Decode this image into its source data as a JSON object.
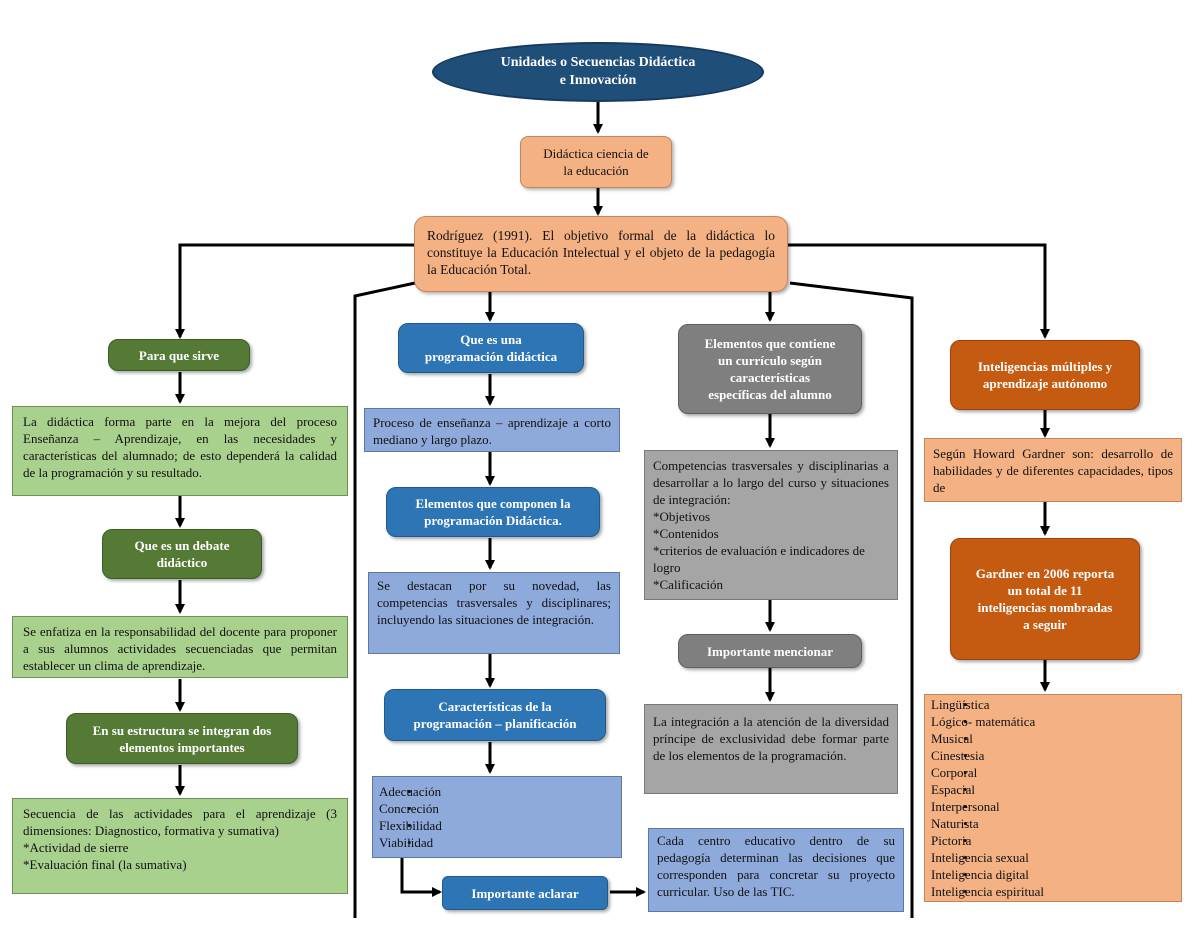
{
  "title": {
    "line1": "Unidades o Secuencias Didáctica",
    "line2": "e Innovación"
  },
  "science": {
    "line1": "Didáctica ciencia de",
    "line2": "la educación"
  },
  "rodriguez": "Rodríguez (1991). El objetivo formal de la didáctica lo constituye la Educación Intelectual y el objeto de la pedagogía la Educación Total.",
  "col1": {
    "h1": "Para que sirve",
    "t1": "La didáctica forma parte en la mejora del proceso Enseñanza – Aprendizaje, en las necesidades y características del alumnado; de esto dependerá la calidad de la programación y su resultado.",
    "h2_line1": "Que es un debate",
    "h2_line2": "didáctico",
    "t2": "Se enfatiza en la responsabilidad del docente para proponer a sus alumnos actividades secuenciadas que permitan establecer un clima de aprendizaje.",
    "h3_line1": "En su estructura se integran dos",
    "h3_line2": "elementos importantes",
    "t3_main": "Secuencia de las actividades para el aprendizaje (3 dimensiones: Diagnostico, formativa y sumativa)",
    "t3_l2": "*Actividad de sierre",
    "t3_l3": "*Evaluación final (la sumativa)"
  },
  "col2": {
    "h1_line1": "Que es una",
    "h1_line2": "programación didáctica",
    "t1": "Proceso de enseñanza – aprendizaje a corto mediano y largo plazo.",
    "h2_line1": "Elementos que componen la",
    "h2_line2": "programación Didáctica.",
    "t2": "Se destacan por su novedad, las competencias trasversales y disciplinares; incluyendo las situaciones de integración.",
    "h3_line1": "Características de la",
    "h3_line2": "programación – planificación",
    "list": [
      "Adecuación",
      "Concreción",
      "Flexibilidad",
      "Viabilidad"
    ],
    "h4": "Importante aclarar",
    "t4": "Cada centro educativo dentro de su pedagogía determinan las decisiones que corresponden para concretar su proyecto curricular. Uso de las TIC."
  },
  "col3": {
    "h1_line1": "Elementos que contiene",
    "h1_line2": "un currículo según",
    "h1_line3": "características",
    "h1_line4": "específicas del alumno",
    "t1_main": "Competencias trasversales y disciplinarias a desarrollar a lo largo del curso y situaciones de integración:",
    "t1_items": [
      "*Objetivos",
      "*Contenidos",
      "*criterios de evaluación e indicadores de logro",
      "*Calificación"
    ],
    "h2": "Importante mencionar",
    "t2": "La integración a la atención de la diversidad príncipe de exclusividad debe formar parte de los elementos de la programación."
  },
  "col4": {
    "h1_line1": "Inteligencias múltiples y",
    "h1_line2": "aprendizaje autónomo",
    "t1": "Según Howard Gardner son: desarrollo de habilidades y de diferentes capacidades, tipos de",
    "h2_line1": "Gardner en 2006 reporta",
    "h2_line2": "un total de 11",
    "h2_line3": "inteligencias nombradas",
    "h2_line4": "a seguir",
    "list": [
      "Lingüística",
      "Lógico- matemática",
      "Musical",
      "Cinestesia",
      "Corporal",
      "Espacial",
      "Interpersonal",
      "Naturista",
      "Pictoria",
      "Inteligencia sexual",
      "Inteligencia digital",
      "Inteligencia espiritual"
    ]
  },
  "colors": {
    "green_header": "#547a36",
    "green_box": "#a9d18e",
    "blue_header": "#2e75b6",
    "blue_box": "#8eaadb",
    "gray_header": "#7f7f7f",
    "gray_box": "#a5a5a5",
    "orange_header": "#c55a11",
    "orange_box": "#f4b183",
    "title_ellipse": "#1f4e79"
  }
}
